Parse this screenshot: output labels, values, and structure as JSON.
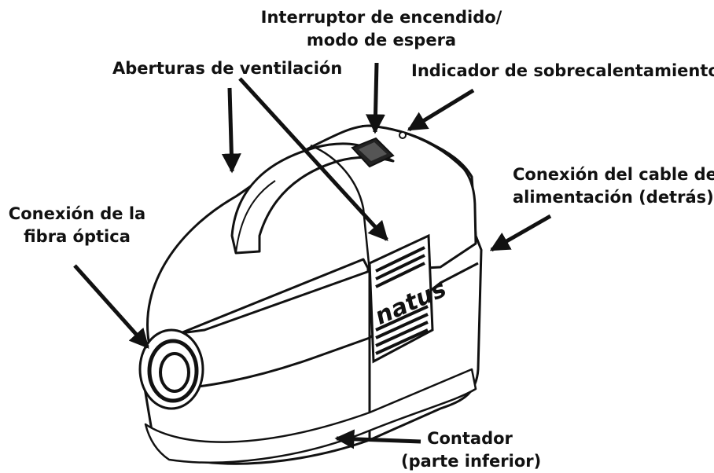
{
  "labels": {
    "power_switch_line1": "Interruptor de encendido/",
    "power_switch_line2": "modo de espera",
    "vents": "Aberturas de ventilación",
    "overheat": "Indicador de sobrecalentamiento",
    "power_cable_line1": "Conexión del cable de",
    "power_cable_line2": "alimentación (detrás)",
    "fiber_line1": "Conexión de la",
    "fiber_line2": "fibra óptica",
    "counter_line1": "Contador",
    "counter_line2": "(parte inferior)"
  },
  "brand": "natus",
  "colors": {
    "ink": "#111111",
    "body": "#ffffff",
    "background": "#ffffff"
  }
}
